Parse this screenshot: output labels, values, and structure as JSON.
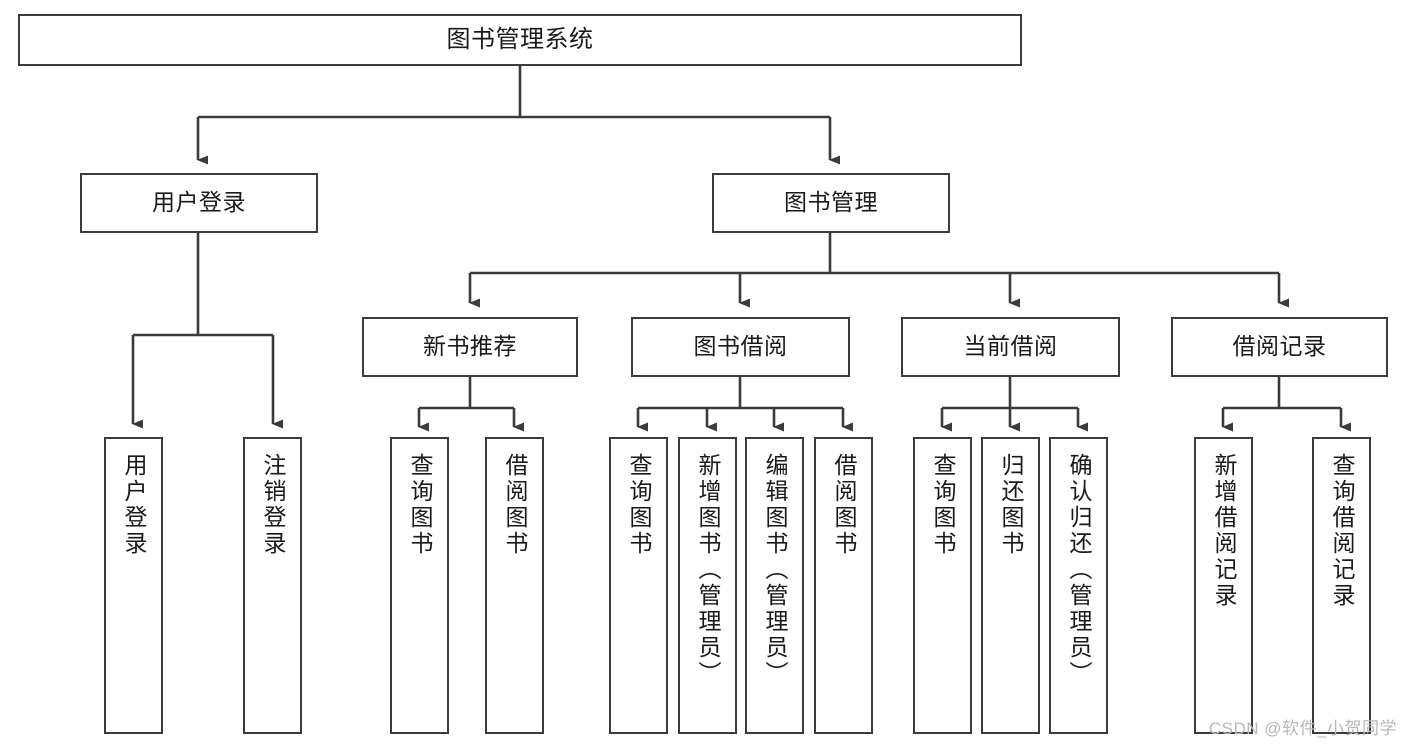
{
  "diagram": {
    "title": "图书管理系统",
    "watermark": "CSDN @软件_小贺同学",
    "colors": {
      "stroke": "#3b3b3b",
      "fill": "#ffffff",
      "text": "#1a1a1a",
      "watermark": "#b8b8b8"
    },
    "nodes": {
      "root": "图书管理系统",
      "l1": {
        "user_login": "用户登录",
        "book_manage": "图书管理"
      },
      "l2": {
        "new_book_rec": "新书推荐",
        "book_borrow": "图书借阅",
        "current_borrow": "当前借阅",
        "borrow_record": "借阅记录"
      },
      "leaves": {
        "user_login_1": "用户登录",
        "user_login_2": "注销登录",
        "new_book_rec_1": "查询图书",
        "new_book_rec_2": "借阅图书",
        "book_borrow_1": "查询图书",
        "book_borrow_2": "新增图书（管理员）",
        "book_borrow_3": "编辑图书（管理员）",
        "book_borrow_4": "借阅图书",
        "current_borrow_1": "查询图书",
        "current_borrow_2": "归还图书",
        "current_borrow_3": "确认归还（管理员）",
        "borrow_record_1": "新增借阅记录",
        "borrow_record_2": "查询借阅记录"
      }
    }
  }
}
